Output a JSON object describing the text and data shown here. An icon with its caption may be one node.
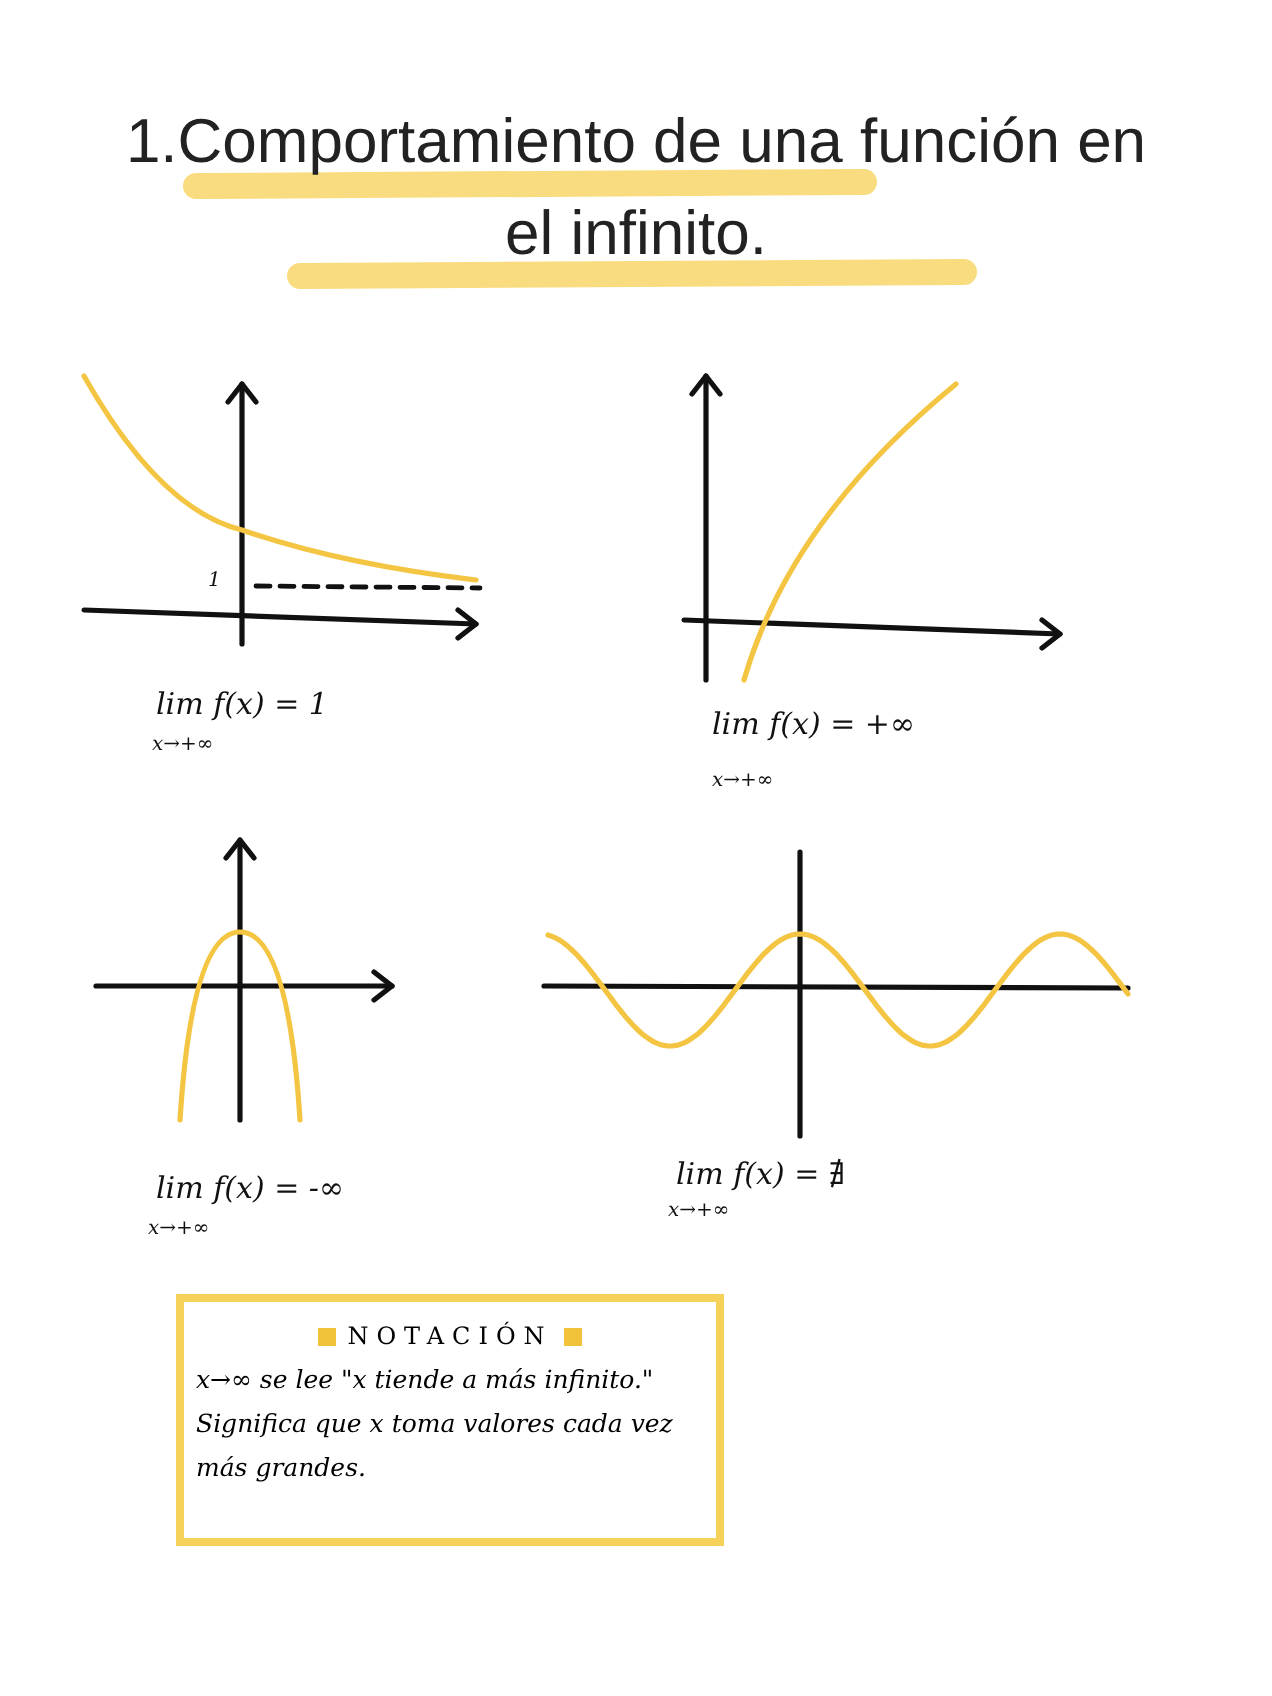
{
  "diagram": {
    "title": "1.Comportamiento de una función en el infinito.",
    "nodes": [
      {
        "text": [
          "NOTACIÓN",
          "x→∞ se lee \"x tiende a más infinito.\" Significa que x toma valores cada vez más grandes."
        ]
      }
    ],
    "labels": [
      "1",
      "lim f(x) = 1",
      "x→+∞",
      "lim f(x) = +∞",
      "x→+∞",
      "lim f(x) = -∞",
      "x→+∞",
      "lim f(x) = ∄",
      "x→+∞"
    ]
  }
}
